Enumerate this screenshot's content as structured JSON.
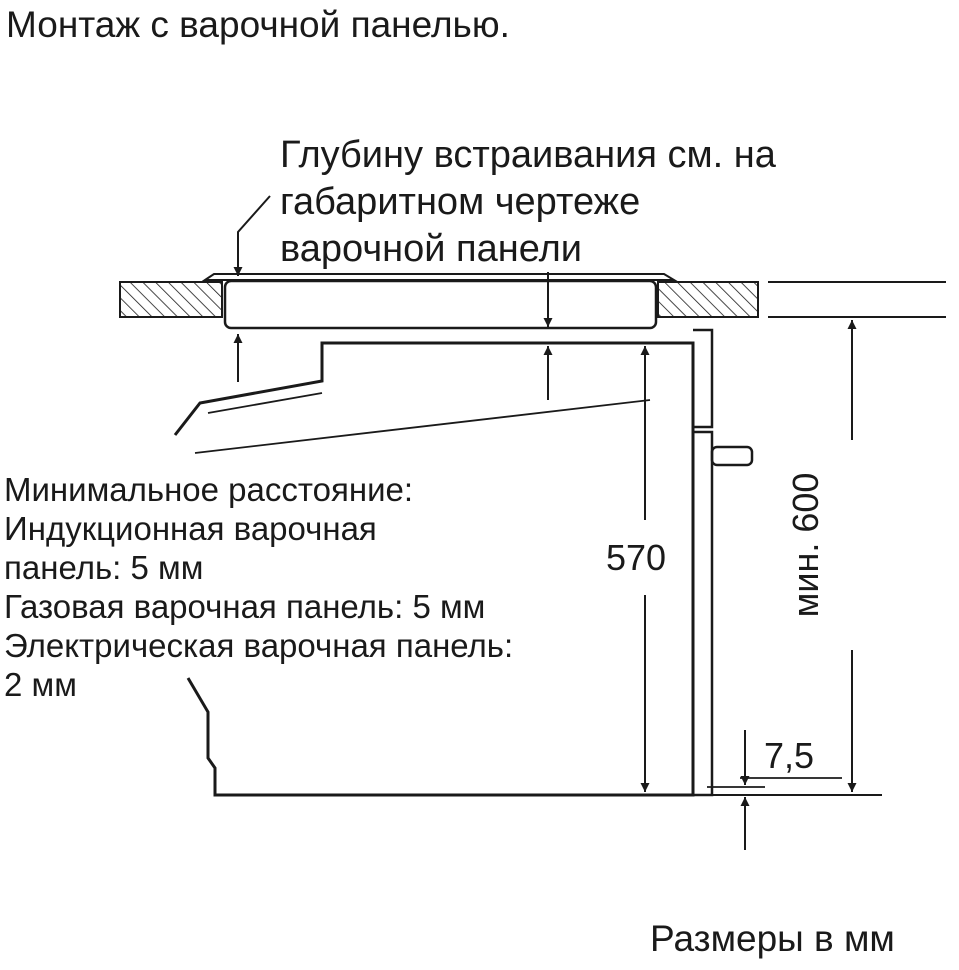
{
  "title": "Монтаж с варочной панелью.",
  "depth_note": [
    "Глубину встраивания см. на",
    "габаритном чертеже",
    "варочной панели"
  ],
  "min_distance": [
    "Минимальное расстояние:",
    "Индукционная варочная",
    "панель: 5 мм",
    "Газовая варочная панель: 5 мм",
    "Электрическая варочная панель:",
    "2 мм"
  ],
  "dimensions": {
    "oven_height": "570",
    "min_niche": "мин. 600",
    "gap": "7,5"
  },
  "units_note": "Размеры в мм"
}
